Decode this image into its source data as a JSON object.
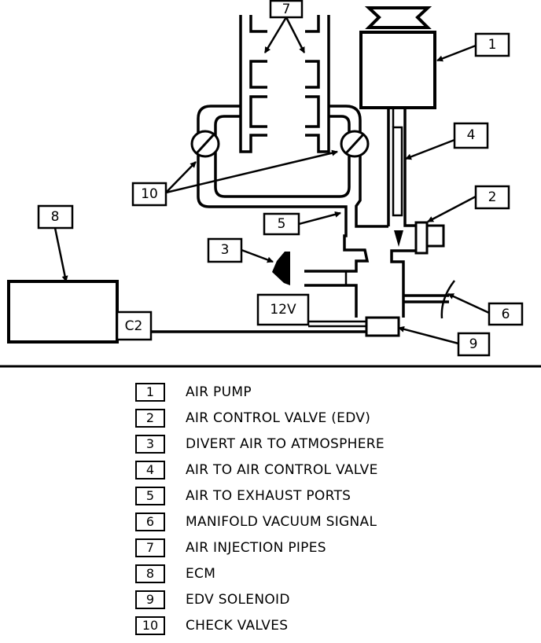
{
  "diagram": {
    "callouts": {
      "c1": "1",
      "c2": "2",
      "c3": "3",
      "c4": "4",
      "c5": "5",
      "c6": "6",
      "c7": "7",
      "c8": "8",
      "c9": "9",
      "c10": "10"
    },
    "voltage_label": "12V",
    "connector_label": "C2"
  },
  "legend": [
    {
      "num": "1",
      "text": "AIR PUMP"
    },
    {
      "num": "2",
      "text": "AIR CONTROL VALVE (EDV)"
    },
    {
      "num": "3",
      "text": "DIVERT AIR TO ATMOSPHERE"
    },
    {
      "num": "4",
      "text": "AIR TO AIR CONTROL VALVE"
    },
    {
      "num": "5",
      "text": "AIR TO EXHAUST PORTS"
    },
    {
      "num": "6",
      "text": "MANIFOLD VACUUM SIGNAL"
    },
    {
      "num": "7",
      "text": "AIR INJECTION PIPES"
    },
    {
      "num": "8",
      "text": "ECM"
    },
    {
      "num": "9",
      "text": "EDV SOLENOID"
    },
    {
      "num": "10",
      "text": "CHECK VALVES"
    }
  ]
}
